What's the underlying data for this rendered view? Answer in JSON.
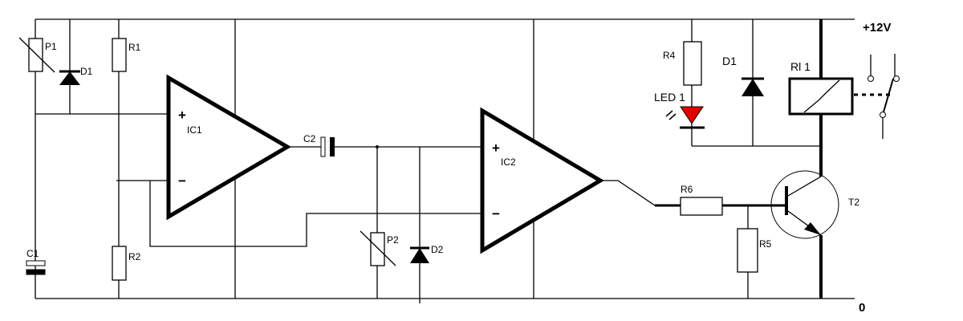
{
  "title": "Two op-amp relay driver circuit",
  "labels": {
    "p1": "P1",
    "d1_left": "D1",
    "r1": "R1",
    "r2": "R2",
    "c1": "C1",
    "ic1": "IC1",
    "c2": "C2",
    "p2": "P2",
    "d2": "D2",
    "ic2": "IC2",
    "r4": "R4",
    "led1": "LED 1",
    "d1_right": "D1",
    "relay": "Rl 1",
    "r6": "R6",
    "r5": "R5",
    "t2": "T2",
    "supply": "+12V",
    "ground": "0",
    "plus": "+",
    "minus": "−"
  },
  "colors": {
    "led": "#e00000",
    "wire": "#000000"
  }
}
